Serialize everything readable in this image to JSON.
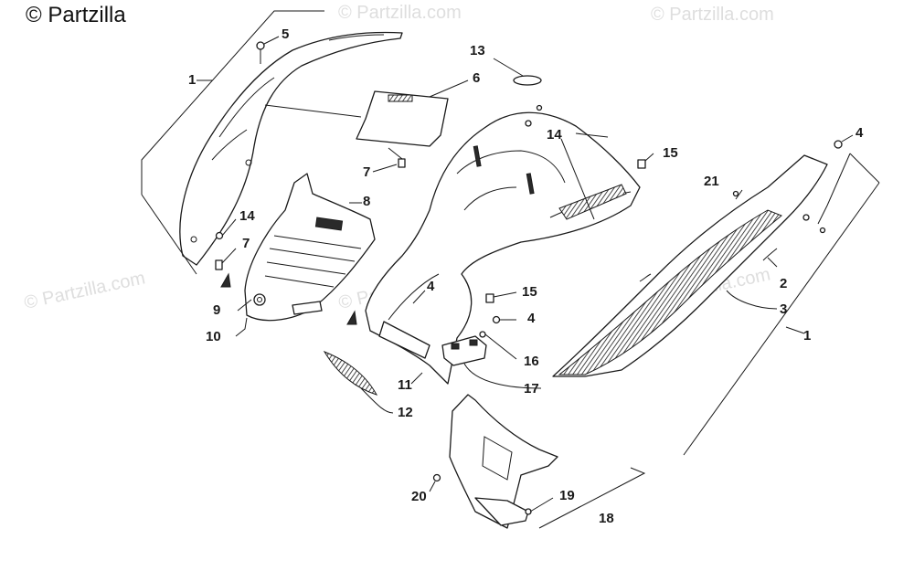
{
  "watermark": {
    "brand": "© Partzilla",
    "repeat": "© Partzilla.com"
  },
  "callouts": {
    "c1a": "1",
    "c1b": "1",
    "c2": "2",
    "c3": "3",
    "c4a": "4",
    "c4b": "4",
    "c4c": "4",
    "c5": "5",
    "c6": "6",
    "c7a": "7",
    "c7b": "7",
    "c8": "8",
    "c9": "9",
    "c10": "10",
    "c11": "11",
    "c12": "12",
    "c13": "13",
    "c14a": "14",
    "c14b": "14",
    "c15a": "15",
    "c15b": "15",
    "c16": "16",
    "c17": "17",
    "c18": "18",
    "c19": "19",
    "c20": "20",
    "c21": "21"
  },
  "colors": {
    "ink": "#1a1a1a",
    "watermark": "#dedede"
  }
}
